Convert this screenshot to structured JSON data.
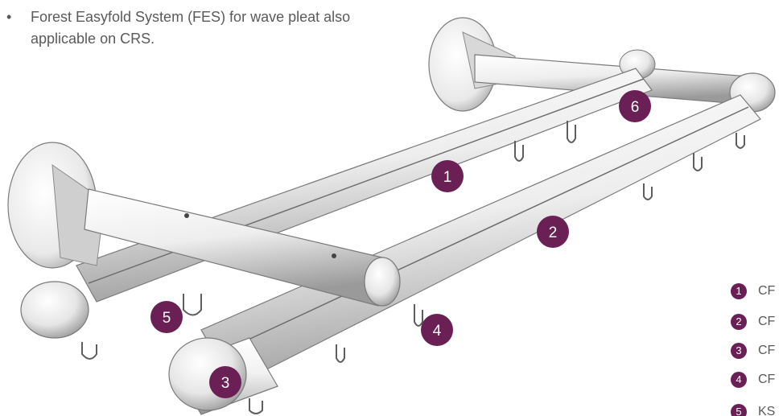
{
  "description": {
    "bullet": "•",
    "text": "Forest Easyfold System (FES) for wave pleat also applicable on CRS."
  },
  "callouts": [
    {
      "label": "1"
    },
    {
      "label": "2"
    },
    {
      "label": "3"
    },
    {
      "label": "4"
    },
    {
      "label": "5"
    },
    {
      "label": "6"
    }
  ],
  "legend": [
    {
      "num": "1",
      "label": "CF"
    },
    {
      "num": "2",
      "label": "CF"
    },
    {
      "num": "3",
      "label": "CF"
    },
    {
      "num": "4",
      "label": "CF"
    },
    {
      "num": "5",
      "label": "KS"
    }
  ],
  "colors": {
    "accent": "#6a1f55",
    "text": "#5a5a5a"
  }
}
